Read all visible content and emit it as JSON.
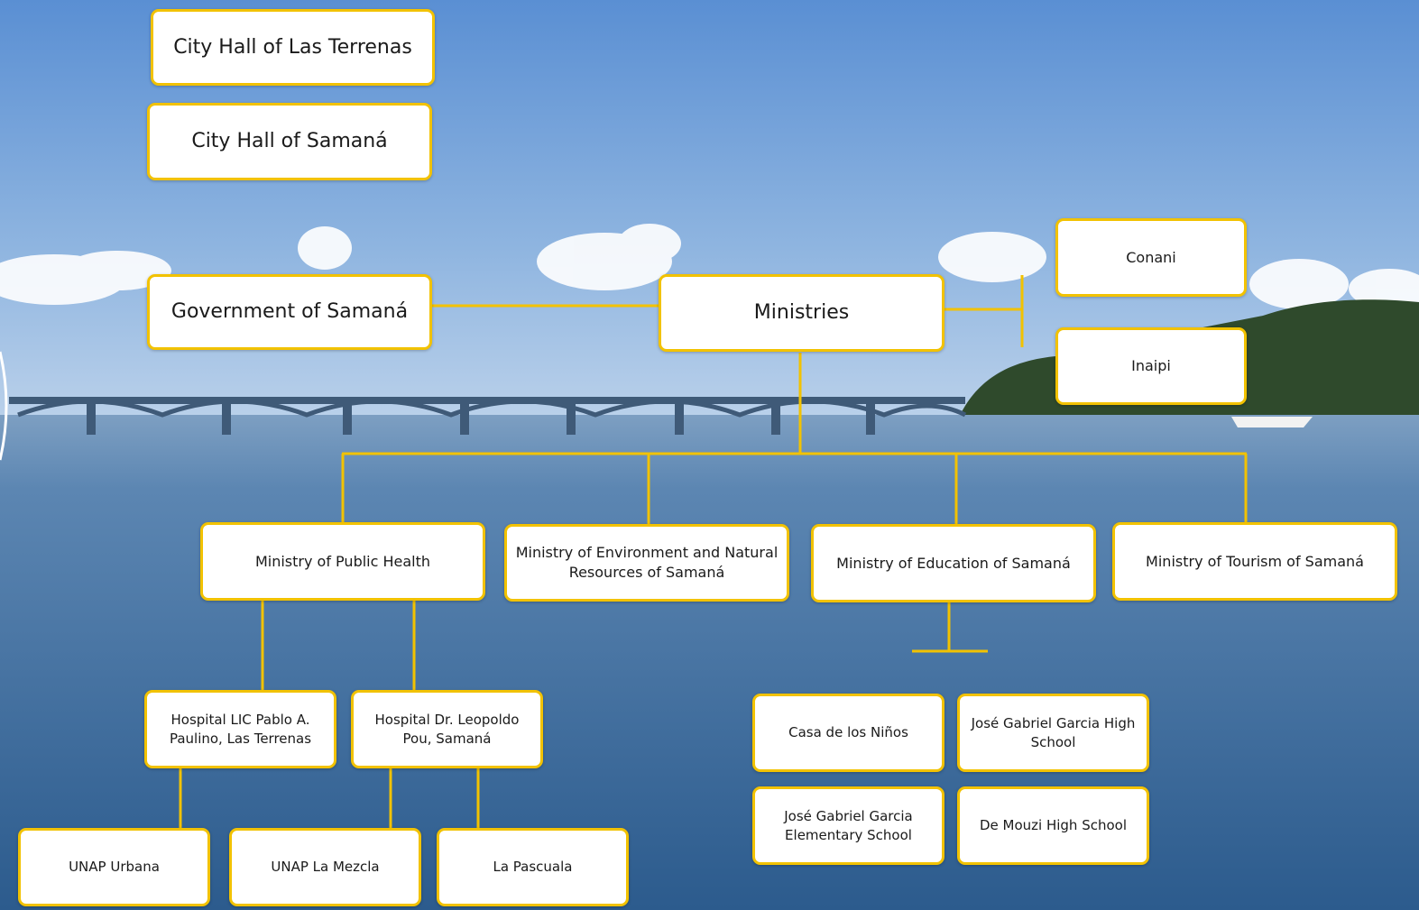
{
  "colors": {
    "connector": "#f2c200",
    "box_border": "#f2c200",
    "box_fill": "#ffffff",
    "sky_top": "#5a8fd3",
    "sea": "#3c6a9c"
  },
  "org_chart": {
    "standalone": [
      "City Hall of Las Terrenas",
      "City Hall of Samaná"
    ],
    "government": "Government of Samaná",
    "ministries": "Ministries",
    "agencies": [
      "Conani",
      "Inaipi"
    ],
    "ministry_units": [
      "Ministry of Public Health",
      "Ministry of Environment and Natural Resources of Samaná",
      "Ministry of Education of Samaná",
      "Ministry of Tourism of Samaná"
    ],
    "hospitals": [
      "Hospital LIC Pablo A. Paulino, Las Terrenas",
      "Hospital Dr. Leopoldo Pou, Samaná"
    ],
    "clinics": [
      "UNAP Urbana",
      "UNAP La Mezcla",
      "La Pascuala"
    ],
    "schools": [
      "Casa de los Niños",
      "José Gabriel Garcia High School",
      "José Gabriel Garcia Elementary School",
      "De Mouzi High School"
    ]
  }
}
